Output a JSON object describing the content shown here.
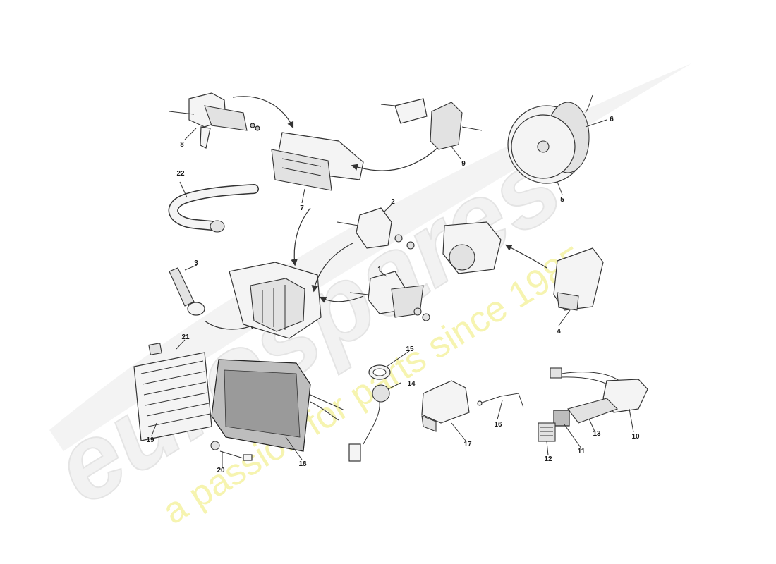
{
  "watermark": {
    "brand": "eurospares",
    "tagline": "a passion for parts since 1985"
  },
  "callouts": [
    {
      "id": "1",
      "label": "1"
    },
    {
      "id": "2",
      "label": "2"
    },
    {
      "id": "3",
      "label": "3"
    },
    {
      "id": "4",
      "label": "4"
    },
    {
      "id": "5",
      "label": "5"
    },
    {
      "id": "6",
      "label": "6"
    },
    {
      "id": "7",
      "label": "7"
    },
    {
      "id": "8",
      "label": "8"
    },
    {
      "id": "9",
      "label": "9"
    },
    {
      "id": "10",
      "label": "10"
    },
    {
      "id": "11",
      "label": "11"
    },
    {
      "id": "12",
      "label": "12"
    },
    {
      "id": "13",
      "label": "13"
    },
    {
      "id": "14",
      "label": "14"
    },
    {
      "id": "15",
      "label": "15"
    },
    {
      "id": "16",
      "label": "16"
    },
    {
      "id": "17",
      "label": "17"
    },
    {
      "id": "18",
      "label": "18"
    },
    {
      "id": "19",
      "label": "19"
    },
    {
      "id": "20",
      "label": "20"
    },
    {
      "id": "21",
      "label": "21"
    },
    {
      "id": "22",
      "label": "22"
    }
  ]
}
